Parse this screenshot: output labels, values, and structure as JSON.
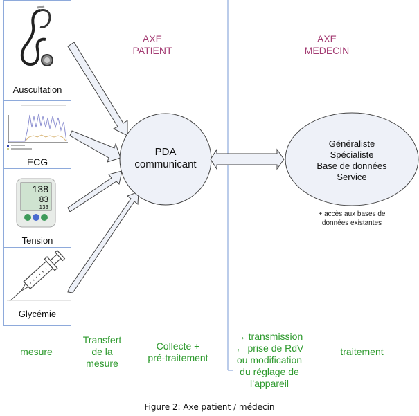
{
  "figure": {
    "caption": "Figure 2: Axe patient / médecin"
  },
  "axes": {
    "patient": {
      "line1": "AXE",
      "line2": "PATIENT"
    },
    "medecin": {
      "line1": "AXE",
      "line2": "MEDECIN"
    }
  },
  "inputs": [
    {
      "label": "Auscultation",
      "icon": "stethoscope-icon"
    },
    {
      "label": "ECG",
      "icon": "ecg-chart-icon"
    },
    {
      "label": "Tension",
      "icon": "blood-pressure-monitor-icon",
      "display": [
        "138",
        "83",
        "133"
      ]
    },
    {
      "label": "Glycémie",
      "icon": "syringe-icon"
    }
  ],
  "pda_node": {
    "line1": "PDA",
    "line2": "communicant"
  },
  "medecin_node": {
    "lines": [
      "Généraliste",
      "Spécialiste",
      "Base de données",
      "Service"
    ],
    "note_line1": "+ accès aux bases de",
    "note_line2": "données existantes"
  },
  "stages": [
    {
      "lines": [
        "mesure"
      ]
    },
    {
      "lines": [
        "Transfert",
        "de la",
        "mesure"
      ]
    },
    {
      "lines": [
        "Collecte +",
        "pré-traitement"
      ]
    },
    {
      "lines": [
        "→ transmission",
        "← prise de RdV",
        "ou modification",
        "du réglage de",
        "l’appareil"
      ]
    },
    {
      "lines": [
        "traitement"
      ]
    }
  ],
  "colors": {
    "axis_title": "#a33b72",
    "stage_text": "#2e9a2e",
    "divider": "#8eaadb",
    "node_fill": "#eef1f8",
    "arrow_fill": "#eef1f8"
  }
}
